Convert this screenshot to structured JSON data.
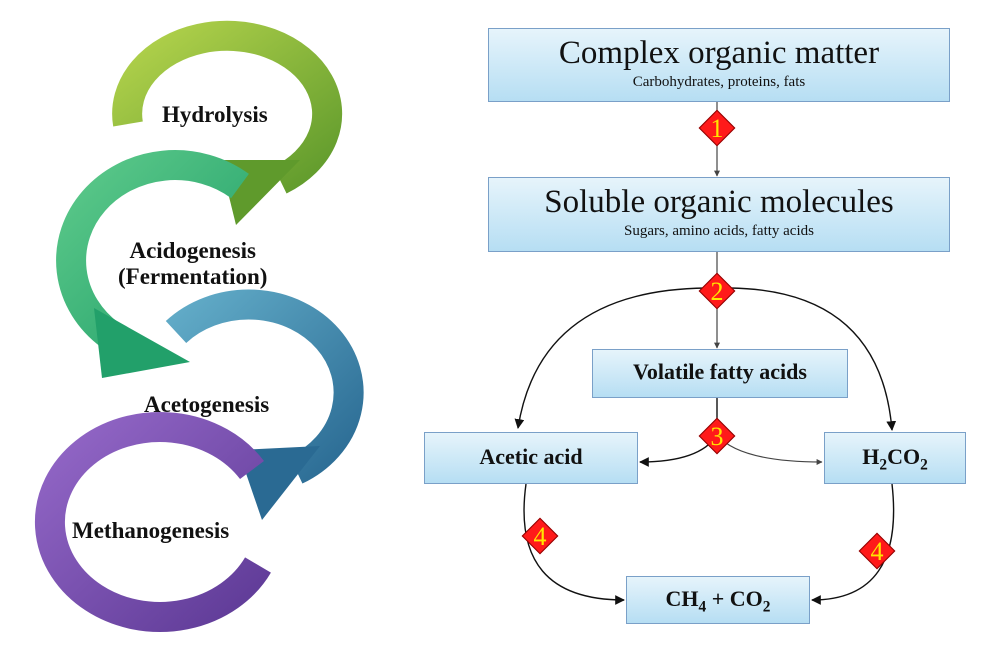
{
  "cycle": {
    "stages": [
      {
        "label": "Hydrolysis",
        "color": "#8ab840"
      },
      {
        "label": "Acidogenesis",
        "label2": "(Fermentation)",
        "color": "#3fb37a"
      },
      {
        "label": "Acetogenesis",
        "color": "#3f86aa"
      },
      {
        "label": "Methanogenesis",
        "color": "#7a4fb0"
      }
    ]
  },
  "flow": {
    "complex": {
      "title": "Complex organic matter",
      "subtitle": "Carbohydrates, proteins, fats"
    },
    "soluble": {
      "title": "Soluble organic molecules",
      "subtitle": "Sugars, amino acids, fatty acids"
    },
    "vfa": {
      "title": "Volatile fatty acids"
    },
    "acetic": {
      "title": "Acetic acid"
    },
    "h2co2": {
      "prefix": "H",
      "sub1": "2",
      "mid": "CO",
      "sub2": "2"
    },
    "product": {
      "p1": "CH",
      "s1": "4",
      "p2": " + CO",
      "s2": "2"
    },
    "steps": [
      "1",
      "2",
      "3",
      "4",
      "4"
    ],
    "colors": {
      "marker": "#ff1a1a",
      "marker_text": "#ffe600",
      "box_border": "#7aa0c8"
    }
  }
}
